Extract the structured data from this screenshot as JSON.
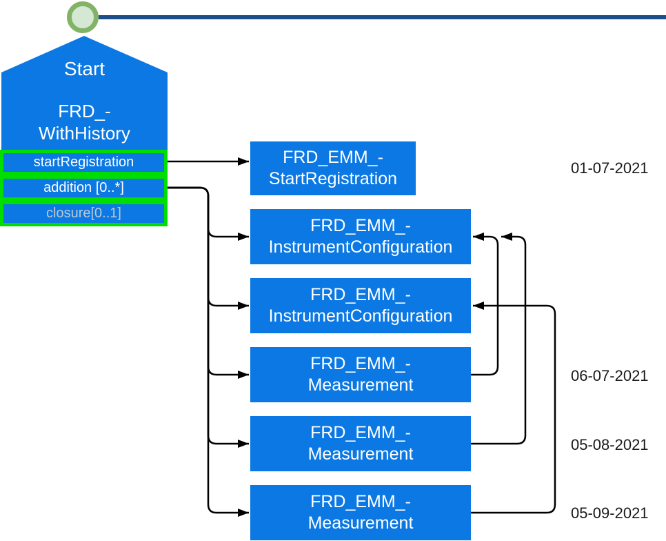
{
  "colors": {
    "node_blue": "#0B78E3",
    "border_green": "#00DD00",
    "timeline_navy": "#1D4E89",
    "circle_ring": "#82B366",
    "circle_fill": "#D5E8D4",
    "closure_text": "#BFC9D2",
    "date_text": "#1A1A1A"
  },
  "start_node": {
    "title": "Start",
    "name_line1": "FRD_-",
    "name_line2": "WithHistory",
    "ports": [
      {
        "label": "startRegistration"
      },
      {
        "label": "addition [0..*]"
      },
      {
        "label": "closure[0..1]"
      }
    ]
  },
  "nodes": [
    {
      "line1": "FRD_EMM_-",
      "line2": "StartRegistration"
    },
    {
      "line1": "FRD_EMM_-",
      "line2": "InstrumentConfiguration"
    },
    {
      "line1": "FRD_EMM_-",
      "line2": "InstrumentConfiguration"
    },
    {
      "line1": "FRD_EMM_-",
      "line2": "Measurement"
    },
    {
      "line1": "FRD_EMM_-",
      "line2": "Measurement"
    },
    {
      "line1": "FRD_EMM_-",
      "line2": "Measurement"
    }
  ],
  "dates": [
    "01-07-2021",
    "06-07-2021",
    "05-08-2021",
    "05-09-2021"
  ]
}
